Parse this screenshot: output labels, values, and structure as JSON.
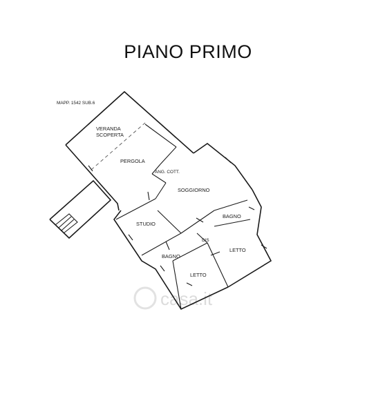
{
  "title": "PIANO PRIMO",
  "parcel": "MAPP. 1542 SUB.6",
  "rooms": {
    "veranda_line1": "VERANDA",
    "veranda_line2": "SCOPERTA",
    "pergola": "PERGOLA",
    "angolo_cottura": "ANG. COTT.",
    "soggiorno": "SOGGIORNO",
    "studio": "STUDIO",
    "bagno_1": "BAGNO",
    "bagno_2": "BAGNO",
    "disimpegno": "DIS",
    "letto_1": "LETTO",
    "letto_2": "LETTO"
  },
  "watermark": "casa.it"
}
